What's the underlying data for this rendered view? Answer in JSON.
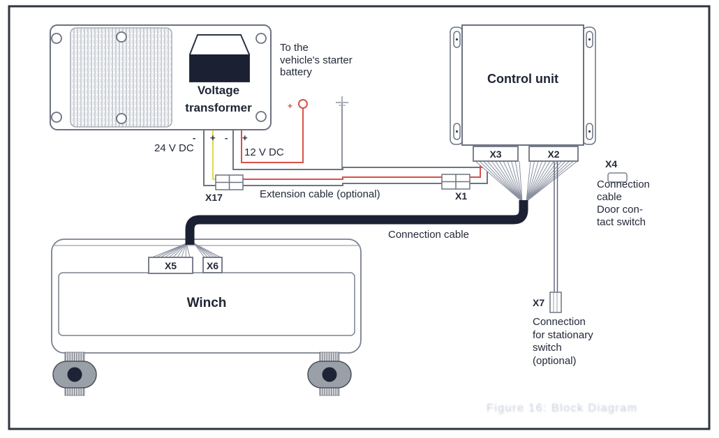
{
  "frame": {
    "caption": "Figure 16: Block Diagram"
  },
  "components": {
    "voltage_transformer": [
      "Voltage",
      "transformer"
    ],
    "control_unit": "Control unit",
    "winch": "Winch"
  },
  "battery_label": [
    "To the",
    "vehicle's starter",
    "battery"
  ],
  "battery_plus": "+",
  "voltage_labels": {
    "v24": "24 V DC",
    "v12": "12 V DC"
  },
  "polarity_marks": [
    "-",
    "+",
    "-",
    "+"
  ],
  "connectors": {
    "x1": "X1",
    "x2": "X2",
    "x3": "X3",
    "x4": "X4",
    "x5": "X5",
    "x6": "X6",
    "x7": "X7",
    "x17": "X17"
  },
  "cable_labels": {
    "extension": "Extension cable (optional)",
    "connection": "Connection cable",
    "door_contact": [
      "Connection",
      "cable",
      "Door con-",
      "tact switch"
    ],
    "stationary_switch": [
      "Connection",
      "for stationary",
      "switch",
      "(optional)"
    ]
  },
  "colors": {
    "wire_red": "#d6514a",
    "wire_yellow": "#dfd94a",
    "wire_gray": "#6e7480",
    "cable_black": "#1b2133",
    "outline": "#6b7280",
    "text": "#232938"
  }
}
